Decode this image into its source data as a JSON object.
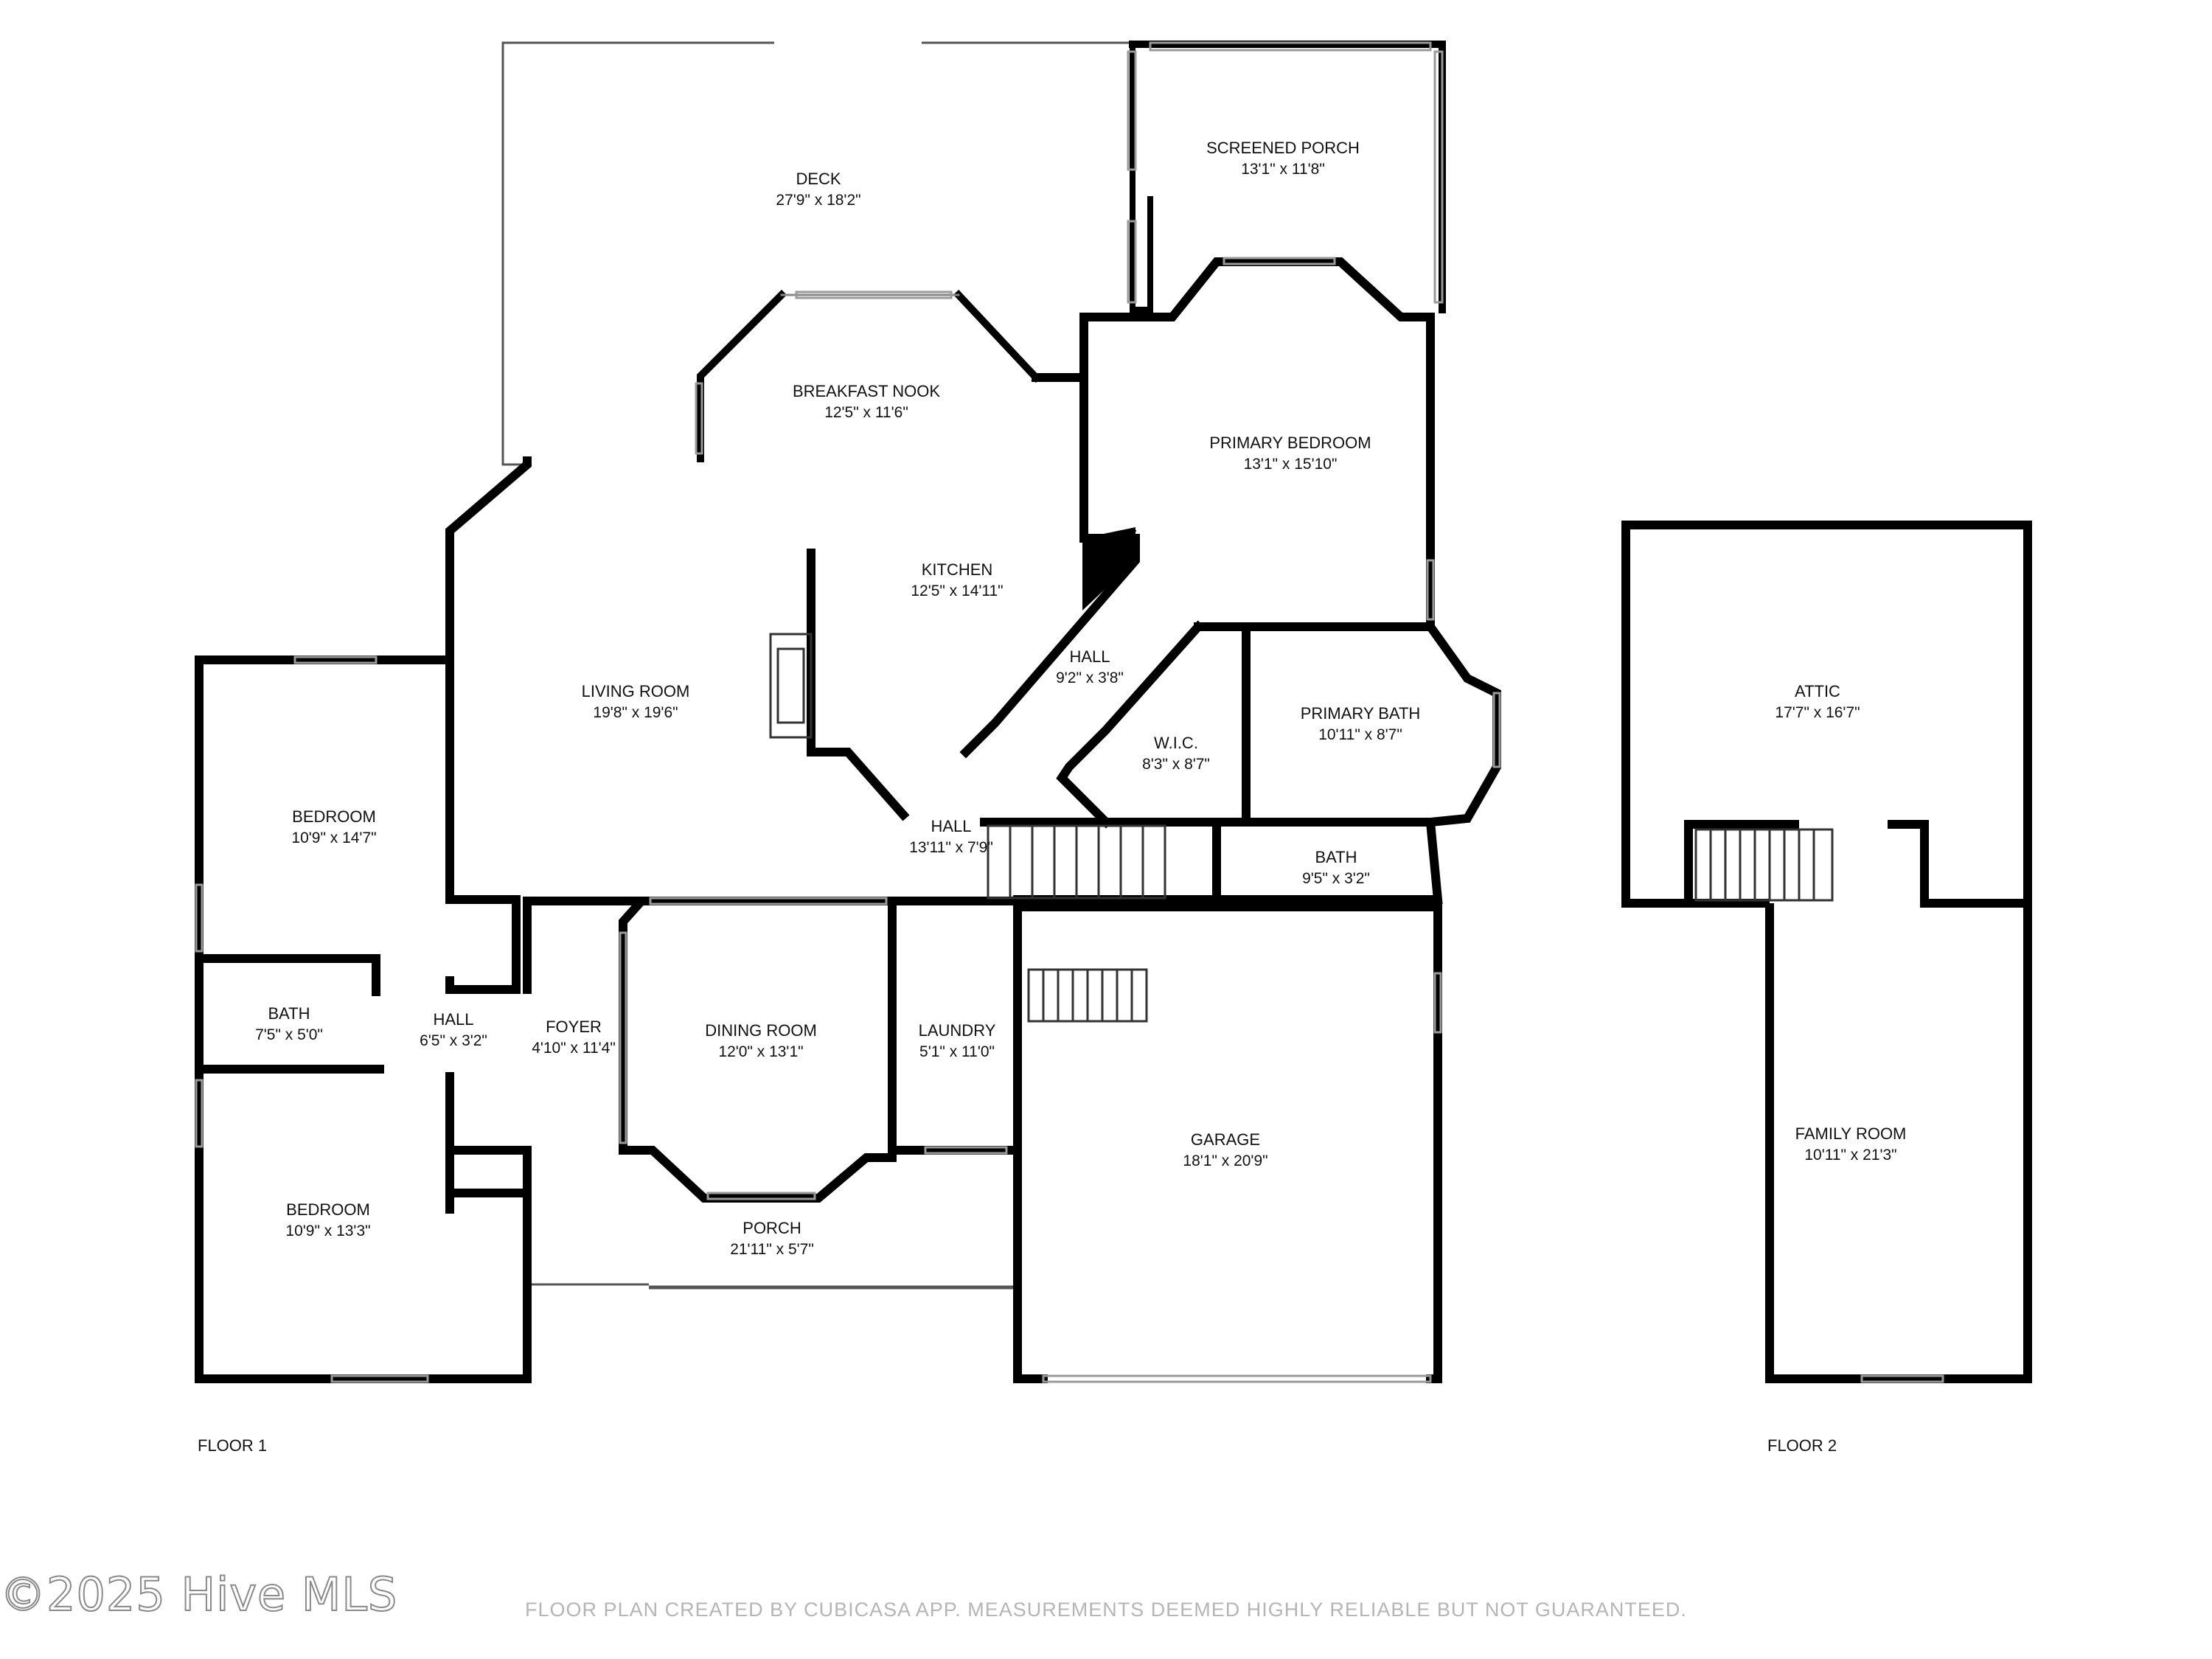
{
  "floors": [
    {
      "label": "FLOOR 1"
    },
    {
      "label": "FLOOR 2"
    }
  ],
  "rooms": [
    {
      "id": "deck",
      "name": "DECK",
      "dims": "27'9\" x 18'2\""
    },
    {
      "id": "screened-porch",
      "name": "SCREENED PORCH",
      "dims": "13'1\" x 11'8\""
    },
    {
      "id": "breakfast-nook",
      "name": "BREAKFAST NOOK",
      "dims": "12'5\" x 11'6\""
    },
    {
      "id": "primary-bedroom",
      "name": "PRIMARY BEDROOM",
      "dims": "13'1\" x 15'10\""
    },
    {
      "id": "kitchen",
      "name": "KITCHEN",
      "dims": "12'5\" x 14'11\""
    },
    {
      "id": "living-room",
      "name": "LIVING ROOM",
      "dims": "19'8\" x 19'6\""
    },
    {
      "id": "hall-kitchen",
      "name": "HALL",
      "dims": "9'2\" x 3'8\""
    },
    {
      "id": "primary-bath",
      "name": "PRIMARY BATH",
      "dims": "10'11\" x 8'7\""
    },
    {
      "id": "wic",
      "name": "W.I.C.",
      "dims": "8'3\" x 8'7\""
    },
    {
      "id": "bedroom-1",
      "name": "BEDROOM",
      "dims": "10'9\" x 14'7\""
    },
    {
      "id": "hall-center",
      "name": "HALL",
      "dims": "13'11\" x 7'9\""
    },
    {
      "id": "bath-primary-small",
      "name": "BATH",
      "dims": "9'5\" x 3'2\""
    },
    {
      "id": "bath-small",
      "name": "BATH",
      "dims": "7'5\" x 5'0\""
    },
    {
      "id": "hall-west",
      "name": "HALL",
      "dims": "6'5\" x 3'2\""
    },
    {
      "id": "foyer",
      "name": "FOYER",
      "dims": "4'10\" x 11'4\""
    },
    {
      "id": "dining-room",
      "name": "DINING ROOM",
      "dims": "12'0\" x 13'1\""
    },
    {
      "id": "laundry",
      "name": "LAUNDRY",
      "dims": "5'1\" x 11'0\""
    },
    {
      "id": "garage",
      "name": "GARAGE",
      "dims": "18'1\" x 20'9\""
    },
    {
      "id": "bedroom-2",
      "name": "BEDROOM",
      "dims": "10'9\" x 13'3\""
    },
    {
      "id": "porch",
      "name": "PORCH",
      "dims": "21'11\" x 5'7\""
    },
    {
      "id": "attic",
      "name": "ATTIC",
      "dims": "17'7\" x 16'7\""
    },
    {
      "id": "family-room",
      "name": "FAMILY ROOM",
      "dims": "10'11\" x 21'3\""
    }
  ],
  "footer": {
    "disclaimer": "FLOOR PLAN CREATED BY CUBICASA APP. MEASUREMENTS DEEMED HIGHLY RELIABLE BUT NOT GUARANTEED.",
    "watermark": "©2025 Hive MLS"
  },
  "colors": {
    "wall": "#000000",
    "thin_wall": "#444444",
    "window": "#9a9a9a",
    "footer_text": "#b5b5b5"
  }
}
